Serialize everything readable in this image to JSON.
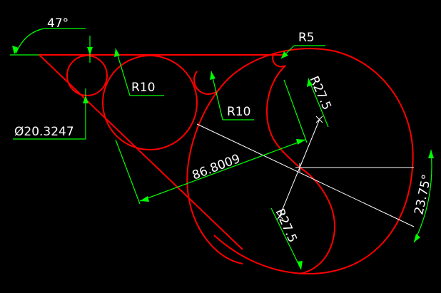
{
  "drawing": {
    "angle_top": "47°",
    "diameter": "Ø20.3247",
    "radius_r5": "R5",
    "radius_r10_a": "R10",
    "radius_r10_b": "R10",
    "radius_r27_5_a": "R27.5",
    "radius_r27_5_b": "R27.5",
    "length_main": "86.8009",
    "angle_right": "23.75°"
  },
  "colors": {
    "background": "#000000",
    "geometry": "#ff0000",
    "dimension": "#00ff00",
    "text": "#ffffff",
    "centerline": "#ffffff"
  }
}
